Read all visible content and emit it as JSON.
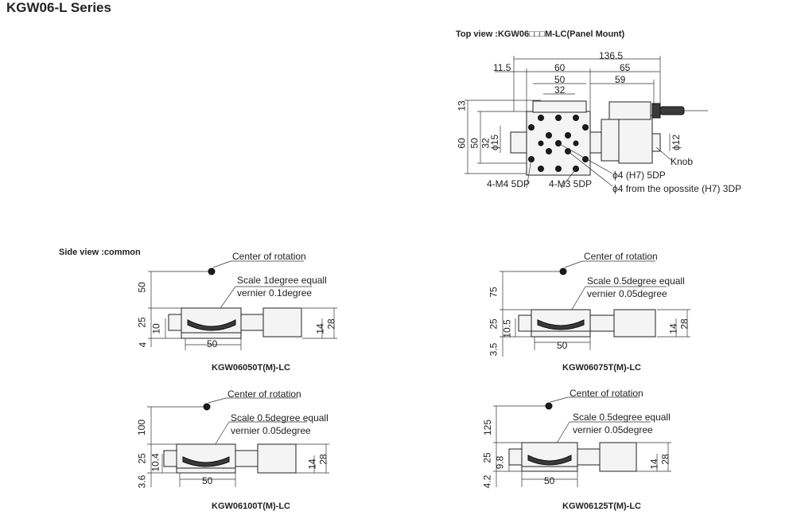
{
  "page_title": "KGW06-L Series",
  "top_view": {
    "title": "Top view :KGW06□□□M-LC(Panel Mount)",
    "dims": {
      "overall": "136.5",
      "offset": "11.5",
      "w60": "60",
      "w65": "65",
      "w50": "50",
      "w59": "59",
      "w32": "32",
      "h13": "13",
      "h60": "60",
      "h50": "50",
      "h32": "32",
      "phi15": "ϕ15",
      "phi12": "ϕ12"
    },
    "labels": {
      "knob": "Knob",
      "pin_hole": "ϕ4 (H7) 5DP",
      "pin_hole_opposite": "ϕ4 from the opossite (H7) 3DP",
      "m4": "4-M4 5DP",
      "m3": "4-M3 5DP"
    }
  },
  "side_view": {
    "title": "Side view :common",
    "views": [
      {
        "model": "KGW06050T(M)-LC",
        "center_label": "Center of rotation",
        "scale_line1": "Scale 1degree equall",
        "scale_line2": "vernier 0.1degree",
        "h_rot": "50",
        "h_body": "25",
        "h_sub": "10",
        "h_base": "4",
        "w_base": "50",
        "h_right1": "14",
        "h_right2": "28"
      },
      {
        "model": "KGW06075T(M)-LC",
        "center_label": "Center of rotation",
        "scale_line1": "Scale 0.5degree equall",
        "scale_line2": "vernier 0.05degree",
        "h_rot": "75",
        "h_body": "25",
        "h_sub": "10.5",
        "h_base": "3.5",
        "w_base": "50",
        "h_right1": "14",
        "h_right2": "28"
      },
      {
        "model": "KGW06100T(M)-LC",
        "center_label": "Center of rotation",
        "scale_line1": "Scale 0.5degree equall",
        "scale_line2": "vernier 0.05degree",
        "h_rot": "100",
        "h_body": "25",
        "h_sub": "10.4",
        "h_base": "3.6",
        "w_base": "50",
        "h_right1": "14",
        "h_right2": "28"
      },
      {
        "model": "KGW06125T(M)-LC",
        "center_label": "Center of rotation",
        "scale_line1": "Scale 0.5degree equall",
        "scale_line2": "vernier 0.05degree",
        "h_rot": "125",
        "h_body": "25",
        "h_sub": "9.8",
        "h_base": "4.2",
        "w_base": "50",
        "h_right1": "14",
        "h_right2": "28"
      }
    ]
  }
}
